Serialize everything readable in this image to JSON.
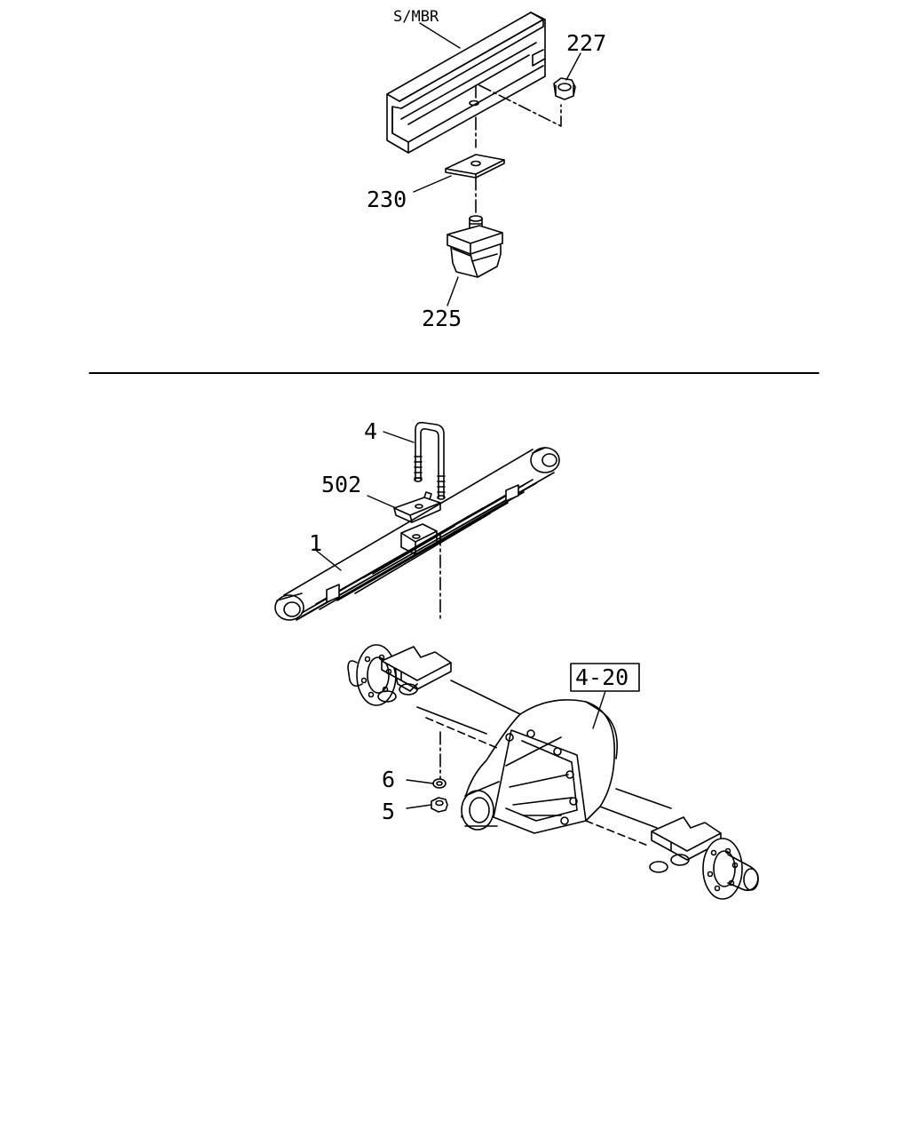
{
  "labels": {
    "frame_member": "S/MBR",
    "bumper_nut": "227",
    "bumper_plate": "230",
    "bumper_stopper": "225",
    "u_bolt": "4",
    "spring_seat": "502",
    "leaf_spring": "1",
    "axle_ref": "4-20",
    "washer": "6",
    "nut": "5"
  }
}
